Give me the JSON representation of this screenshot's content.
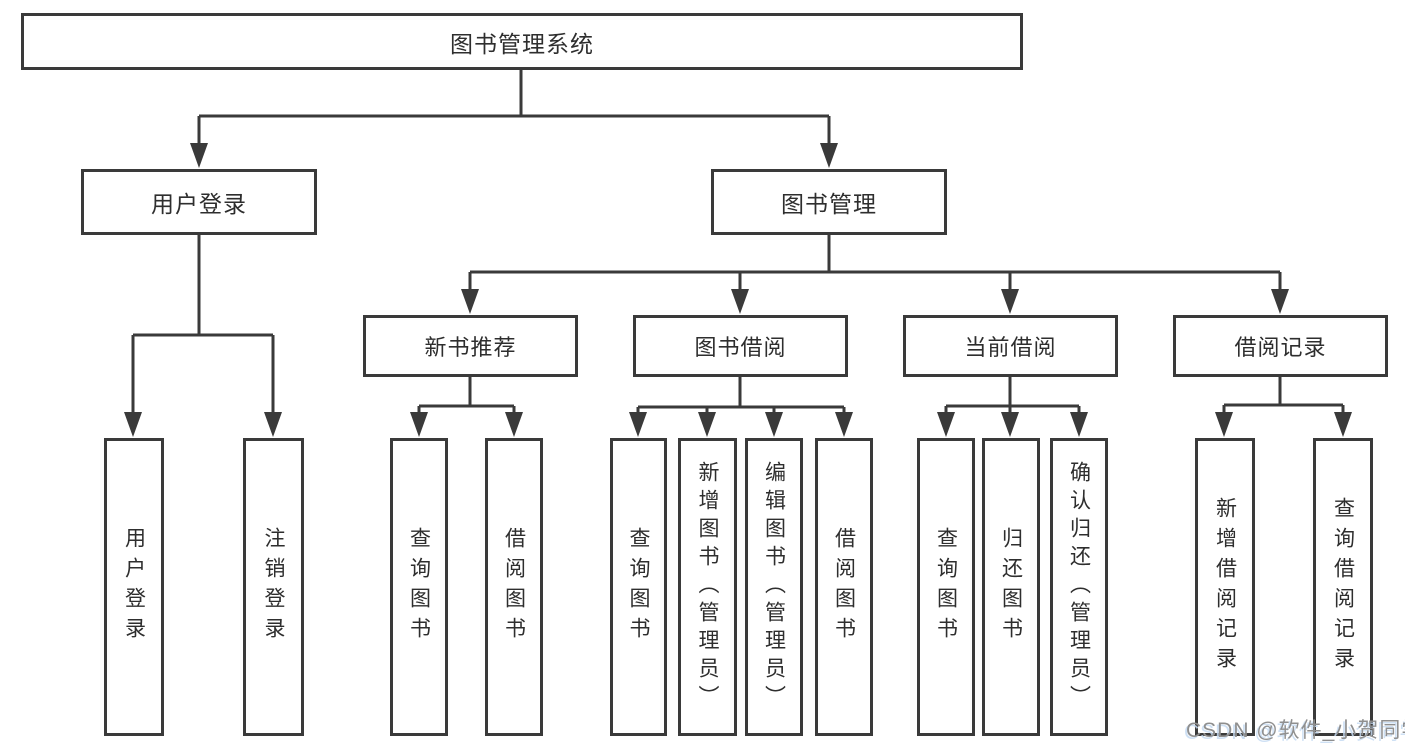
{
  "tree": {
    "label": "图书管理系统",
    "children": [
      {
        "label": "用户登录",
        "children": [
          {
            "label": "用户登录"
          },
          {
            "label": "注销登录"
          }
        ]
      },
      {
        "label": "图书管理",
        "children": [
          {
            "label": "新书推荐",
            "children": [
              {
                "label": "查询图书"
              },
              {
                "label": "借阅图书"
              }
            ]
          },
          {
            "label": "图书借阅",
            "children": [
              {
                "label": "查询图书"
              },
              {
                "label": "新增图书（管理员）"
              },
              {
                "label": "编辑图书（管理员）"
              },
              {
                "label": "借阅图书"
              }
            ]
          },
          {
            "label": "当前借阅",
            "children": [
              {
                "label": "查询图书"
              },
              {
                "label": "归还图书"
              },
              {
                "label": "确认归还（管理员）"
              }
            ]
          },
          {
            "label": "借阅记录",
            "children": [
              {
                "label": "新增借阅记录"
              },
              {
                "label": "查询借阅记录"
              }
            ]
          }
        ]
      }
    ]
  },
  "watermark": {
    "text": "CSDN @软件_小贺同学"
  },
  "colors": {
    "line": "#3a3a3a",
    "text": "#2e2e2e",
    "watermark": "#8f8f8f",
    "background": "#ffffff"
  }
}
